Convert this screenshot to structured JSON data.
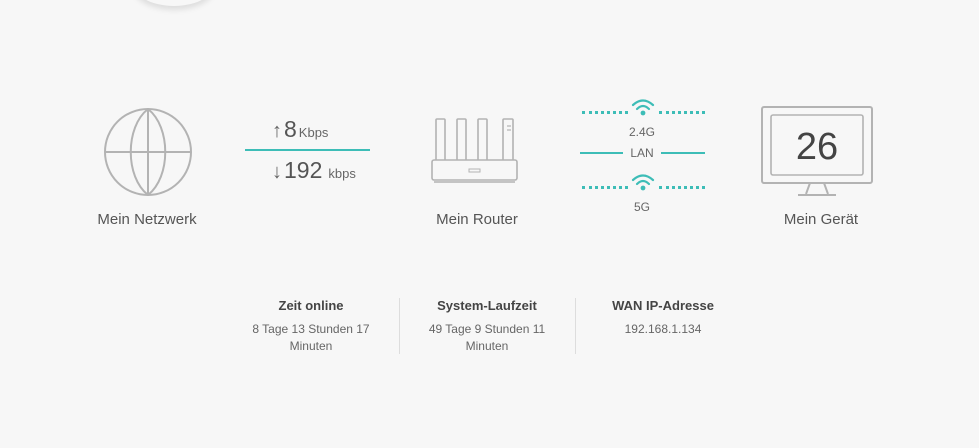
{
  "network": {
    "label": "Mein Netzwerk",
    "icon": "globe-icon"
  },
  "speed": {
    "upload_value": "8",
    "upload_unit": "Kbps",
    "download_value": "192",
    "download_unit": "kbps",
    "accent_color": "#3dbdb7"
  },
  "router": {
    "label": "Mein Router",
    "icon": "router-icon"
  },
  "connections": {
    "band_24": "2.4G",
    "lan": "LAN",
    "band_5": "5G"
  },
  "device": {
    "label": "Mein Gerät",
    "count": "26",
    "icon": "monitor-icon"
  },
  "stats": [
    {
      "title": "Zeit online",
      "value": "8 Tage 13 Stunden 17 Minuten"
    },
    {
      "title": "System-Laufzeit",
      "value": "49 Tage 9 Stunden 11 Minuten"
    },
    {
      "title": "WAN IP-Adresse",
      "value": "192.168.1.134"
    }
  ]
}
